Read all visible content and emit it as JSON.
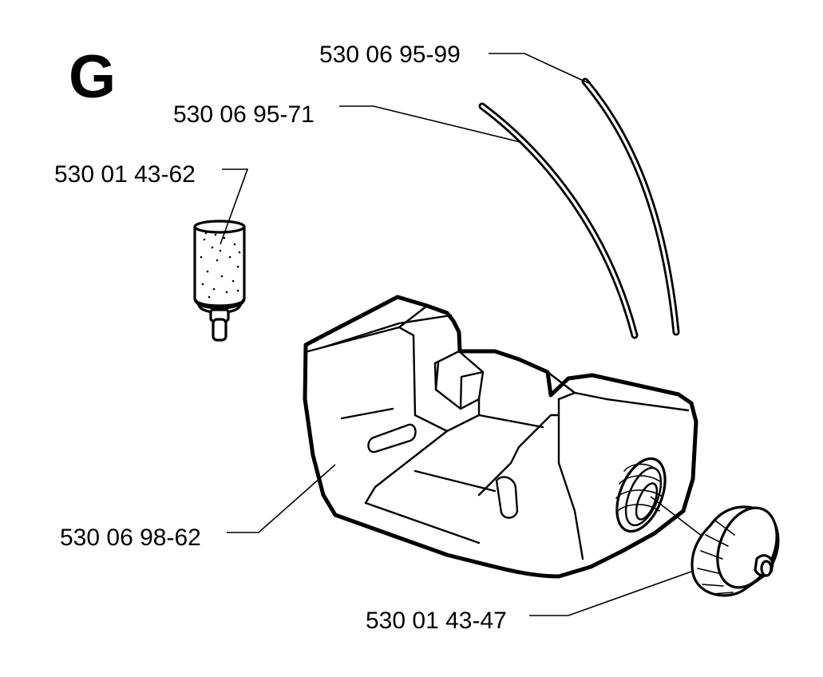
{
  "section_letter": "G",
  "parts": {
    "hose_long": "530 06 95-99",
    "hose_short": "530 06 95-71",
    "fuel_filter": "530 01 43-62",
    "fuel_tank": "530 06 98-62",
    "tank_cap": "530 01 43-47"
  }
}
